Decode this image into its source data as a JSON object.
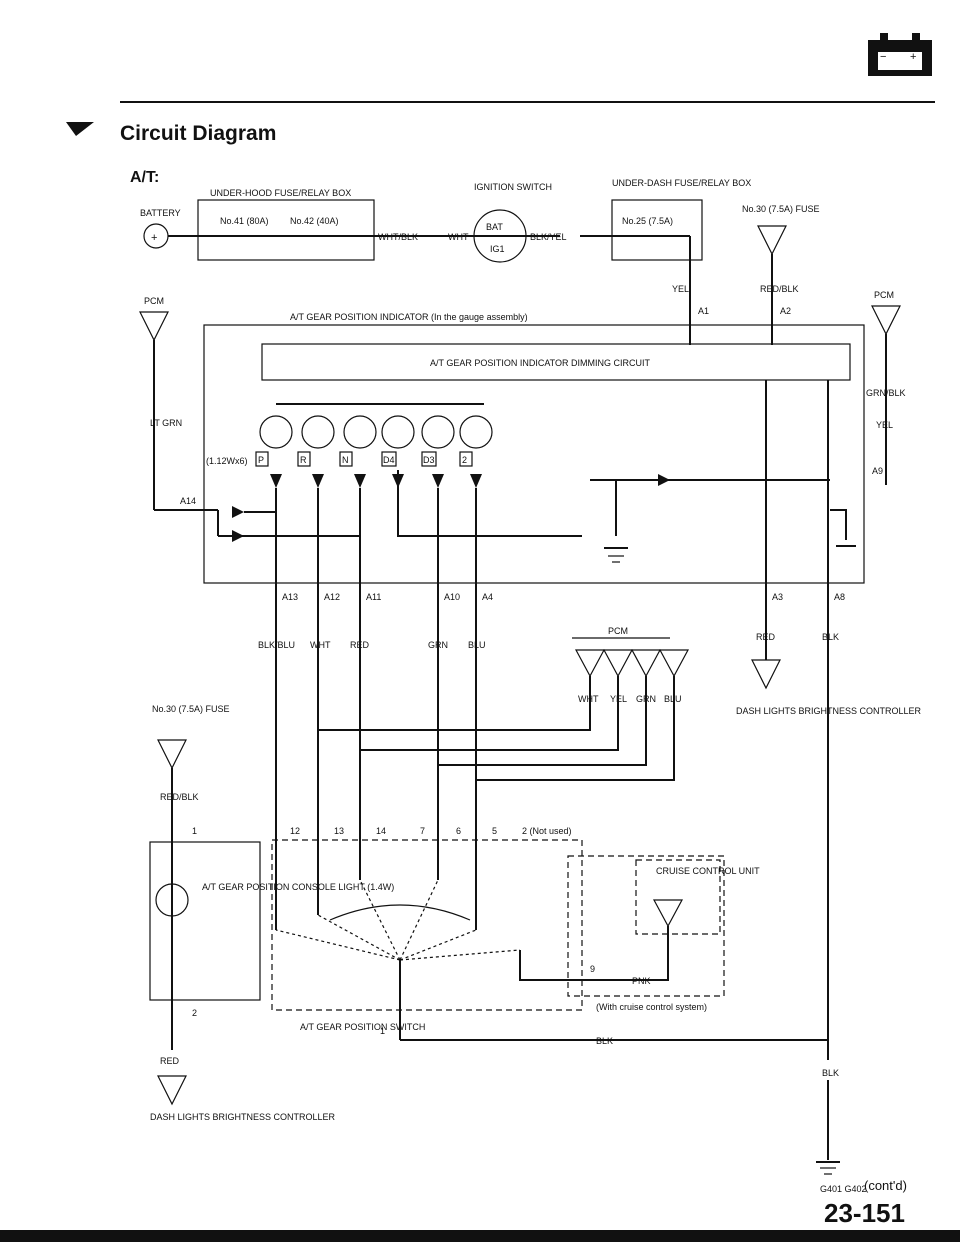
{
  "header": {
    "title": "Circuit Diagram",
    "subtitle": "A/T:",
    "page_number": "23-151",
    "continued": "(cont'd)",
    "battery_icon": "battery-icon"
  },
  "labels": {
    "battery": "BATTERY",
    "underhood_box": "UNDER-HOOD FUSE/RELAY BOX",
    "fuse41": "No.41 (80A)",
    "fuse42": "No.42 (40A)",
    "wht_blk": "WHT/BLK",
    "wht": "WHT",
    "ignition_switch": "IGNITION SWITCH",
    "bat": "BAT",
    "ig1": "IG1",
    "blk_yel": "BLK/YEL",
    "underdash_box": "UNDER-DASH FUSE/RELAY BOX",
    "fuse25": "No.25 (7.5A)",
    "fuse30_top": "No.30 (7.5A) FUSE",
    "yel": "YEL",
    "red_blk": "RED/BLK",
    "a1": "A1",
    "a2": "A2",
    "pcm_left": "PCM",
    "pcm_right": "PCM",
    "lt_grn": "LT GRN",
    "grn_blk": "GRN/BLK",
    "yel_right": "YEL",
    "a9": "A9",
    "a14": "A14",
    "indicator": "A/T GEAR POSITION INDICATOR (In the gauge assembly)",
    "dimming": "A/T GEAR POSITION INDICATOR DIMMING CIRCUIT",
    "bulbs": "(1.12Wx6)",
    "gear_p": "P",
    "gear_r": "R",
    "gear_n": "N",
    "gear_d4": "D4",
    "gear_d3": "D3",
    "gear_2": "2",
    "a13": "A13",
    "a12": "A12",
    "a11": "A11",
    "a10": "A10",
    "a4": "A4",
    "a3": "A3",
    "a8": "A8",
    "blk_blu": "BLK/BLU",
    "wht2": "WHT",
    "red": "RED",
    "grn": "GRN",
    "blu": "BLU",
    "pcm_mid": "PCM",
    "wht3": "WHT",
    "yel3": "YEL",
    "grn3": "GRN",
    "blu3": "BLU",
    "red_right": "RED",
    "blk_right": "BLK",
    "dash_ctrl_right": "DASH LIGHTS BRIGHTNESS CONTROLLER",
    "fuse30_left": "No.30 (7.5A) FUSE",
    "red_blk_left": "RED/BLK",
    "pin1": "1",
    "console_light": "A/T GEAR POSITION CONSOLE LIGHT (1.4W)",
    "pin2": "2",
    "red_left": "RED",
    "dash_ctrl_left": "DASH LIGHTS BRIGHTNESS CONTROLLER",
    "sw12": "12",
    "sw13": "13",
    "sw14": "14",
    "sw7": "7",
    "sw6": "6",
    "sw5": "5",
    "sw2_not_used": "2 (Not used)",
    "cruise_unit": "CRUISE CONTROL UNIT",
    "pin9": "9",
    "pnk": "PNK",
    "with_cruise": "(With cruise control system)",
    "sw1": "1",
    "blk_bottom": "BLK",
    "gear_switch": "A/T GEAR POSITION SWITCH",
    "blk_ground": "BLK",
    "ground": "G401 G402"
  }
}
